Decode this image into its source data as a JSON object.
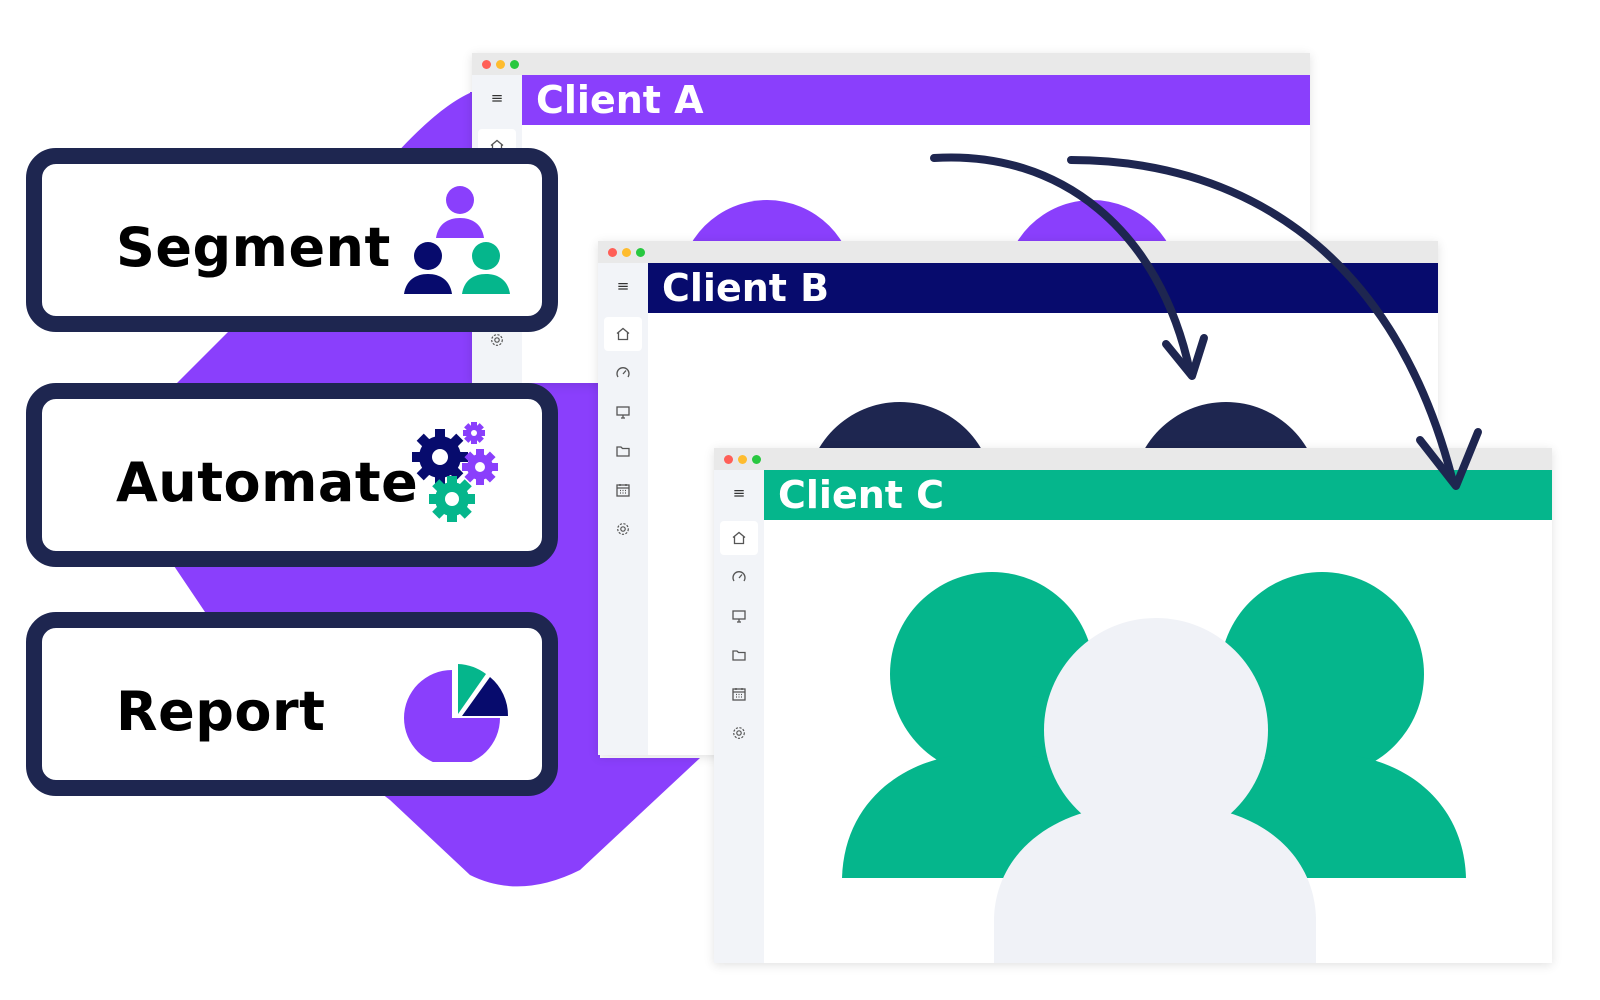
{
  "cards": [
    {
      "label": "Segment",
      "icon": "users-group-icon"
    },
    {
      "label": "Automate",
      "icon": "gears-icon"
    },
    {
      "label": "Report",
      "icon": "pie-chart-icon"
    }
  ],
  "windows": [
    {
      "title": "Client A",
      "color": "#8a3ffc"
    },
    {
      "title": "Client B",
      "color": "#070b6d"
    },
    {
      "title": "Client C",
      "color": "#05b68c"
    }
  ],
  "sidebar_icons": [
    "home-icon",
    "gauge-icon",
    "monitor-icon",
    "folder-icon",
    "calendar-icon",
    "gear-icon"
  ],
  "menu_icon": "≡",
  "colors": {
    "purple": "#8a3ffc",
    "navy": "#070b6d",
    "dark_navy": "#1e2650",
    "green": "#05b68c",
    "light_gray": "#f0f2f7"
  }
}
